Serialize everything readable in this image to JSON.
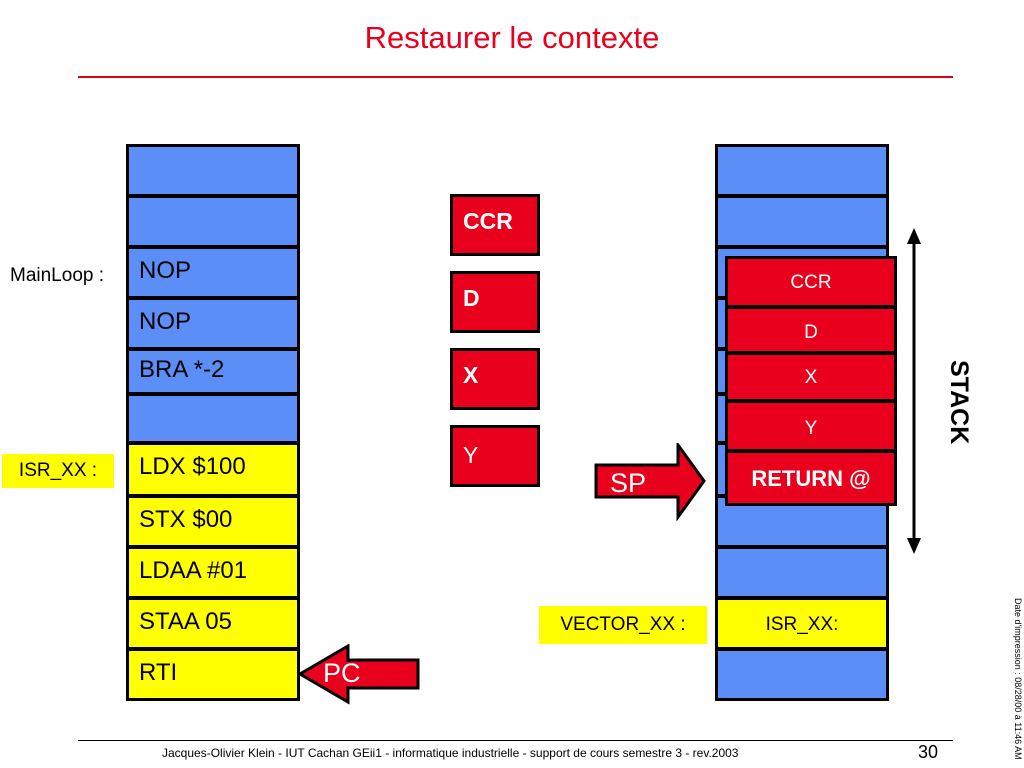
{
  "title": "Restaurer le contexte",
  "memory": {
    "label_mainloop": "MainLoop :",
    "label_isr": "ISR_XX :",
    "cells": [
      "",
      "",
      "NOP",
      "NOP",
      "BRA *-2",
      "",
      "LDX $100",
      "STX $00",
      "LDAA #01",
      "STAA 05",
      "RTI"
    ]
  },
  "registers": {
    "ccr": "CCR",
    "d": "D",
    "x": "X",
    "y": "Y"
  },
  "stack": {
    "label": "STACK",
    "entries": [
      "CCR",
      "D",
      "X",
      "Y",
      "RETURN @"
    ],
    "isr_cell": "ISR_XX:",
    "vector_label": "VECTOR_XX :"
  },
  "pointers": {
    "pc": "PC",
    "sp": "SP"
  },
  "footer": {
    "author": "Jacques-Olivier Klein - IUT Cachan GEii1 - informatique industrielle - support de cours semestre 3 - rev.2003",
    "page": "30",
    "print_date": "Date d'impression : 08/28/00 à 11:46 AM"
  },
  "colors": {
    "red": "#e8001c",
    "blue": "#5b8ef7",
    "yellow": "#ffff00"
  }
}
